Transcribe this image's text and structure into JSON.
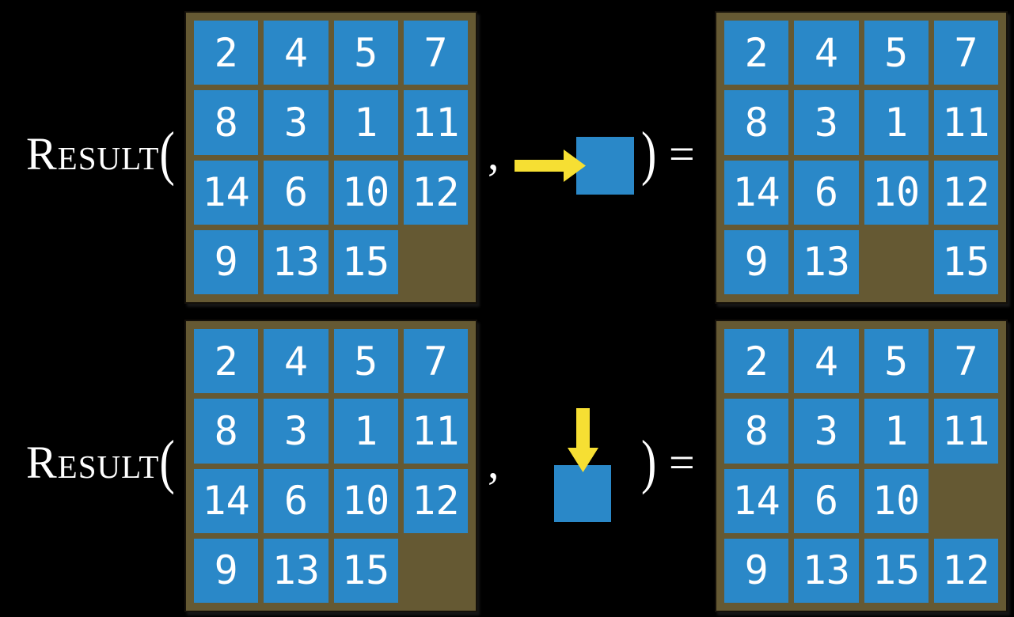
{
  "colors": {
    "background": "#000000",
    "board_brown": "#655933",
    "tile_blue": "#2A88C8",
    "arrow_yellow": "#F6DF33",
    "text_white": "#FFFFFF"
  },
  "expressions": [
    {
      "function_name": "Result",
      "open_paren": "(",
      "comma": ",",
      "close_paren": ")",
      "equals_sign": "=",
      "move_direction": "right",
      "input_board": [
        [
          2,
          4,
          5,
          7
        ],
        [
          8,
          3,
          1,
          11
        ],
        [
          14,
          6,
          10,
          12
        ],
        [
          9,
          13,
          15,
          null
        ]
      ],
      "output_board": [
        [
          2,
          4,
          5,
          7
        ],
        [
          8,
          3,
          1,
          11
        ],
        [
          14,
          6,
          10,
          12
        ],
        [
          9,
          13,
          null,
          15
        ]
      ]
    },
    {
      "function_name": "Result",
      "open_paren": "(",
      "comma": ",",
      "close_paren": ")",
      "equals_sign": "=",
      "move_direction": "down",
      "input_board": [
        [
          2,
          4,
          5,
          7
        ],
        [
          8,
          3,
          1,
          11
        ],
        [
          14,
          6,
          10,
          12
        ],
        [
          9,
          13,
          15,
          null
        ]
      ],
      "output_board": [
        [
          2,
          4,
          5,
          7
        ],
        [
          8,
          3,
          1,
          11
        ],
        [
          14,
          6,
          10,
          null
        ],
        [
          9,
          13,
          15,
          12
        ]
      ]
    }
  ]
}
